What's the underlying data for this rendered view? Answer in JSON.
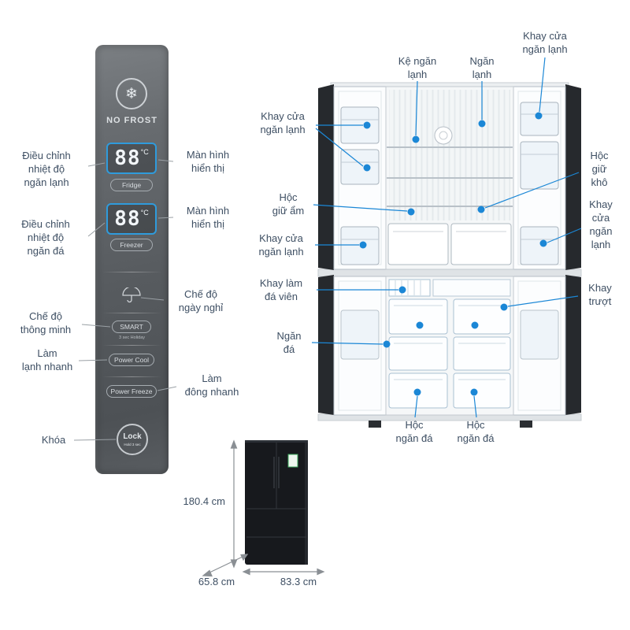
{
  "colors": {
    "accent_blue": "#1b87d6",
    "label_text": "#3e4f63",
    "panel_dark": "#55595d"
  },
  "panel": {
    "logo_text": "NO FROST",
    "snowflake_icon": "❄",
    "fridge_display": {
      "value": "88",
      "unit": "°C",
      "button_label": "Fridge"
    },
    "freezer_display": {
      "value": "88",
      "unit": "°C",
      "button_label": "Freezer"
    },
    "smart_button": "SMART",
    "smart_sub": "3 sec Holiday",
    "power_cool_button": "Power Cool",
    "power_freeze_button": "Power Freeze",
    "lock_button": "Lock",
    "lock_sub": "Hold 3 sec"
  },
  "panel_labels": {
    "fridge_temp": "Điều chỉnh\nnhiệt độ\nngăn lạnh",
    "display_top": "Màn hình\nhiển thị",
    "freezer_temp": "Điều chỉnh\nnhiệt độ\nngăn đá",
    "display_bottom": "Màn hình\nhiển thị",
    "holiday": "Chế độ\nngày nghỉ",
    "smart": "Chế độ\nthông minh",
    "fast_cool": "Làm\nlạnh nhanh",
    "fast_freeze": "Làm\nđông nhanh",
    "lock": "Khóa"
  },
  "fridge_labels": {
    "shelf": "Kệ ngăn\nlạnh",
    "fridge_compartment": "Ngăn\nlạnh",
    "door_tray_top_right": "Khay cửa\nngăn lạnh",
    "door_tray_top_left": "Khay cửa\nngăn lạnh",
    "dry_box": "Hộc\ngiữ\nkhô",
    "humid_box": "Hộc\ngiữ ẩm",
    "door_tray_mid_left": "Khay cửa\nngăn lạnh",
    "door_tray_mid_right": "Khay\ncửa\nngăn\nlạnh",
    "ice_tray": "Khay làm\nđá viên",
    "slide_tray": "Khay\ntrượt",
    "freezer_compartment": "Ngăn\nđá",
    "freezer_box_left": "Hộc\nngăn đá",
    "freezer_box_right": "Hộc\nngăn đá"
  },
  "dimensions": {
    "height": "180.4 cm",
    "depth": "65.8 cm",
    "width": "83.3 cm"
  }
}
